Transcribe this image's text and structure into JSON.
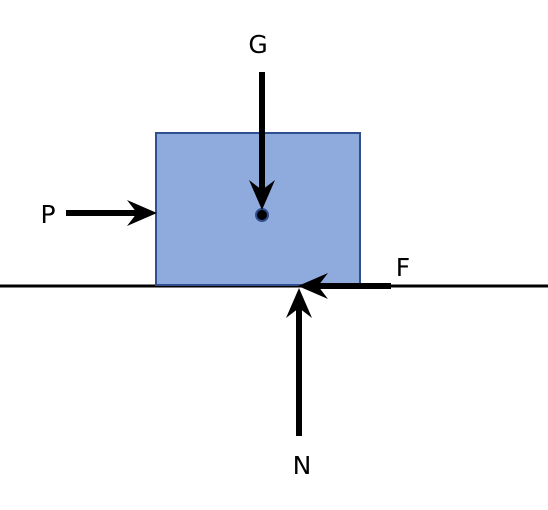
{
  "diagram": {
    "labels": {
      "gravity": "G",
      "push": "P",
      "friction": "F",
      "normal": "N"
    },
    "colors": {
      "block_fill": "#8faadc",
      "block_stroke": "#2f4f8f",
      "line": "#000000",
      "arrow": "#000000"
    }
  }
}
